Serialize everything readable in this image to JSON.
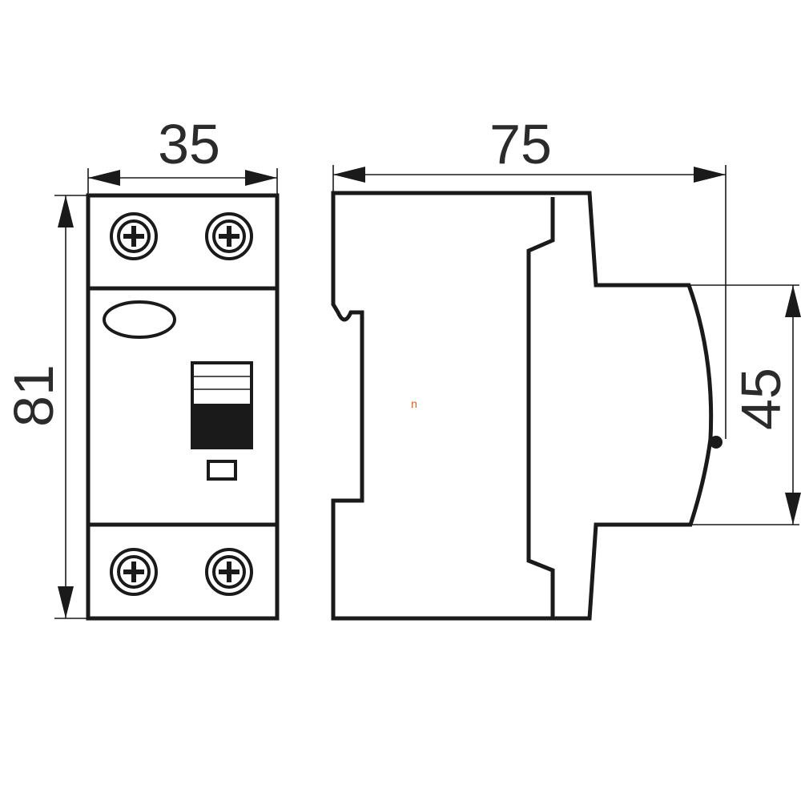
{
  "dimensions": {
    "width": "35",
    "depth": "75",
    "height": "81",
    "front_height": "45"
  },
  "marker": "n",
  "colors": {
    "line": "#1a1a1a",
    "text": "#2b2b2b",
    "marker": "#e0601a",
    "fill_dark": "#1a1a1a",
    "background": "#ffffff"
  }
}
